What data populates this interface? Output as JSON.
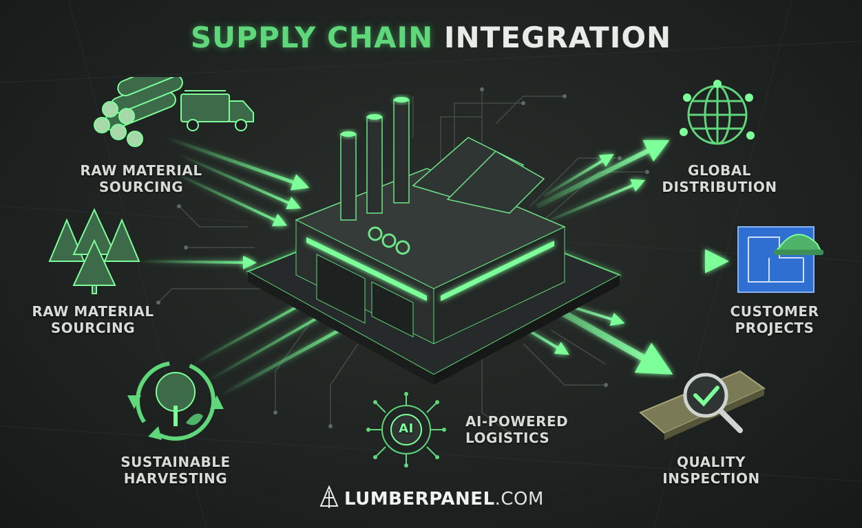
{
  "title": {
    "part1": "SUPPLY CHAIN",
    "part2": "INTEGRATION"
  },
  "nodes": {
    "raw_material_top": {
      "line1": "RAW MATERIAL",
      "line2": "SOURCING"
    },
    "raw_material_mid": {
      "line1": "RAW MATERIAL",
      "line2": "SOURCING"
    },
    "sustainable": {
      "line1": "SUSTAINABLE",
      "line2": "HARVESTING"
    },
    "ai_logistics": {
      "line1": "AI-POWERED",
      "line2": "LOGISTICS",
      "badge": "AI"
    },
    "global": {
      "line1": "GLOBAL",
      "line2": "DISTRIBUTION"
    },
    "customer": {
      "line1": "CUSTOMER",
      "line2": "PROJECTS"
    },
    "quality": {
      "line1": "QUALITY",
      "line2": "INSPECTION"
    }
  },
  "footer": {
    "brand": "LUMBERPANEL",
    "domain": ".COM"
  },
  "colors": {
    "accent": "#5fd77a",
    "accent_glow": "#7dff9a",
    "dark": "#2b302e",
    "blueprint": "#2f6fd1"
  }
}
